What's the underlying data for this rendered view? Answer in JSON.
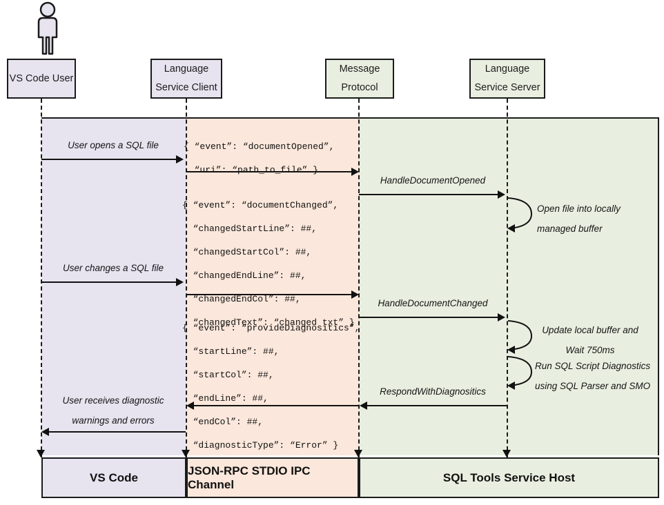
{
  "diagram": {
    "title": "SQL Tools Service language service sequence diagram",
    "colors": {
      "vscode_band": "#e7e3ef",
      "ipc_band": "#fbe7db",
      "host_band": "#e9efe0",
      "stroke": "#1a1a1a"
    }
  },
  "actor": {
    "icon": "person-icon"
  },
  "participants": [
    {
      "line1": "VS Code User",
      "line2": ""
    },
    {
      "line1": "Language",
      "line2": "Service Client"
    },
    {
      "line1": "Message",
      "line2": "Protocol"
    },
    {
      "line1": "Language",
      "line2": "Service Server"
    }
  ],
  "messages": [
    {
      "label": "User opens a SQL file",
      "direction": "right"
    },
    {
      "label": "HandleDocumentOpened",
      "direction": "right"
    },
    {
      "label": "User changes a SQL file",
      "direction": "right"
    },
    {
      "label": "HandleDocumentChanged",
      "direction": "right"
    },
    {
      "label": "RespondWithDiagnositics",
      "direction": "left"
    },
    {
      "label_line1": "User receives diagnostic",
      "label_line2": "warnings and errors",
      "direction": "left"
    }
  ],
  "self_notes": [
    {
      "line1": "Open file into locally",
      "line2": "managed buffer"
    },
    {
      "line1": "Update local buffer and",
      "line2": "Wait 750ms"
    },
    {
      "line1": "Run SQL Script Diagnostics",
      "line2": "using SQL Parser and SMO"
    }
  ],
  "payloads": [
    {
      "lines": [
        "{ “event”: “documentOpened”,",
        "  “uri”: “path_to_file” }"
      ]
    },
    {
      "lines": [
        "{ “event”: “documentChanged”,",
        "  “changedStartLine”: ##,",
        "  “changedStartCol”: ##,",
        "  “changedEndLine”: ##,",
        "  “changedEndCol”: ##,",
        "  “changedText”: “changed txt” }"
      ]
    },
    {
      "lines": [
        "{ “event”: “provideDiagnositics”,",
        "  “startLine”: ##,",
        "  “startCol”: ##,",
        "  “endLine”: ##,",
        "  “endCol”: ##,",
        "  “diagnosticType”: “Error” }"
      ]
    }
  ],
  "footer": [
    {
      "label": "VS Code"
    },
    {
      "label": "JSON-RPC STDIO IPC Channel"
    },
    {
      "label": "SQL Tools Service Host"
    }
  ]
}
